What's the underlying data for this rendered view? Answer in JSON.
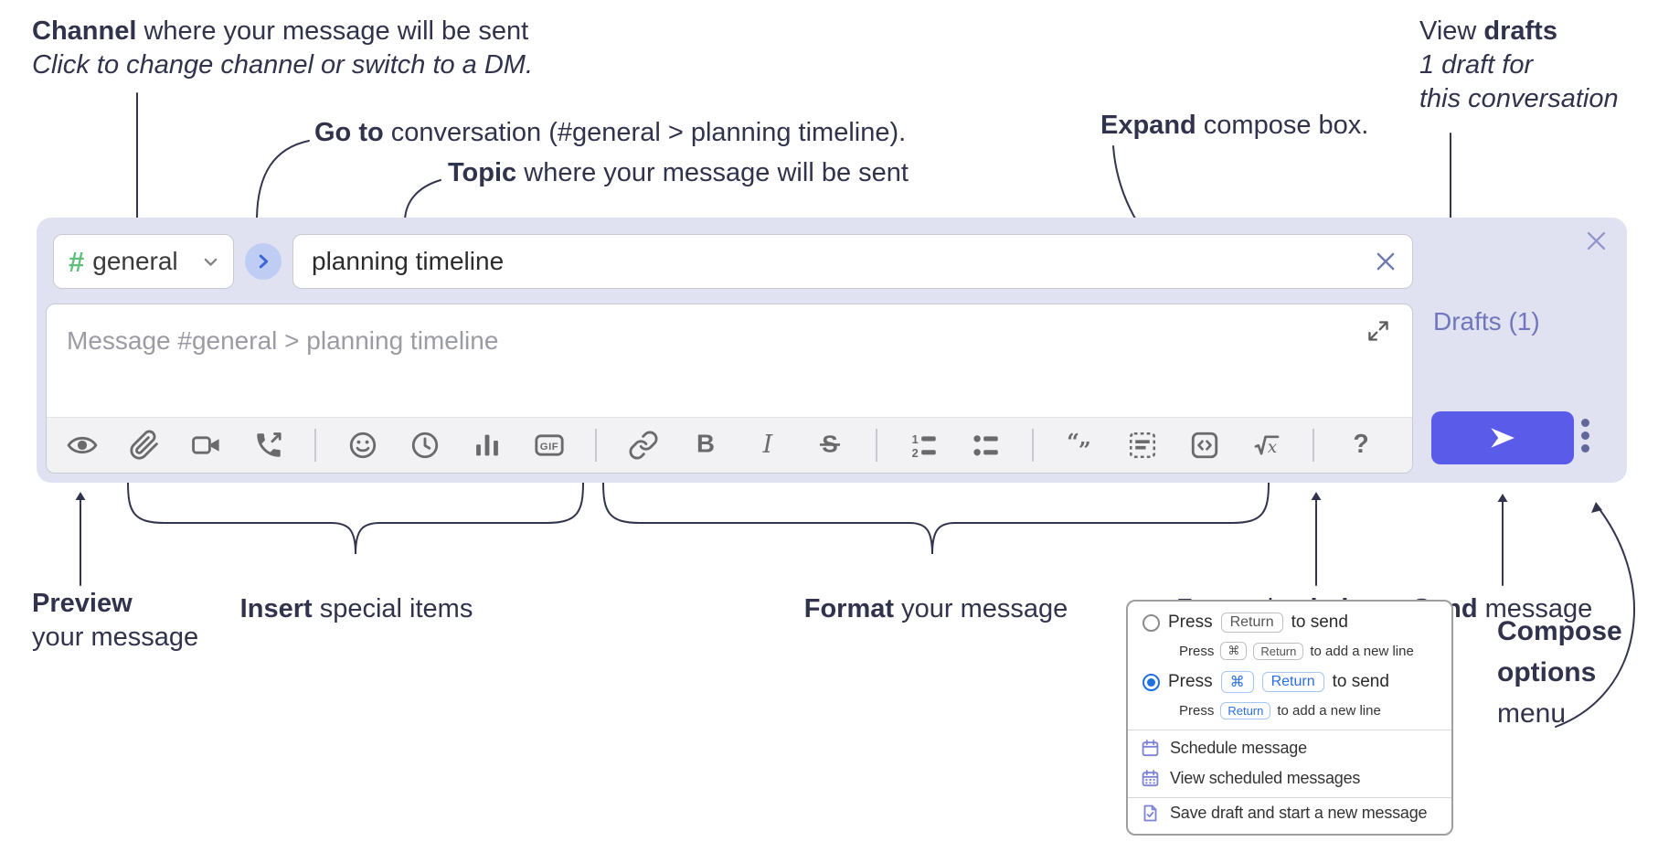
{
  "annotations": {
    "channel": {
      "bold": "Channel",
      "rest": " where your message will be sent",
      "line2": "Click to change channel or switch to a DM."
    },
    "goto": {
      "bold": "Go to",
      "rest": " conversation (#general > planning timeline)."
    },
    "topic": {
      "bold": "Topic",
      "rest": " where your message will be sent"
    },
    "expand": {
      "bold": "Expand",
      "rest": " compose box."
    },
    "drafts": {
      "pre": "View ",
      "bold": "drafts",
      "line2": "1 draft for",
      "line3": "this conversation"
    },
    "preview": {
      "bold": "Preview",
      "line2": "your message"
    },
    "insert": {
      "bold": "Insert",
      "rest": " special items"
    },
    "format": {
      "bold": "Format",
      "rest": " your message"
    },
    "help": {
      "pre": "Formatting ",
      "bold": "help"
    },
    "send": {
      "bold": "Send",
      "rest": " message"
    },
    "compose_menu": {
      "line1": "Compose",
      "line2": "options",
      "line3": "menu"
    }
  },
  "compose": {
    "channel": {
      "hash": "#",
      "name": "general"
    },
    "topic_value": "planning timeline",
    "message_placeholder": "Message #general > planning timeline",
    "drafts_link": "Drafts (1)",
    "gif_label": "GIF",
    "toolbar": [
      {
        "type": "icon",
        "icon": "eye",
        "name": "preview"
      },
      {
        "type": "icon",
        "icon": "paperclip",
        "name": "attach-file"
      },
      {
        "type": "icon",
        "icon": "video-camera",
        "name": "video-call"
      },
      {
        "type": "icon",
        "icon": "phone-call",
        "name": "voice-call"
      },
      {
        "type": "divider"
      },
      {
        "type": "icon",
        "icon": "smiley",
        "name": "emoji"
      },
      {
        "type": "icon",
        "icon": "clock",
        "name": "time"
      },
      {
        "type": "icon",
        "icon": "bar-chart",
        "name": "poll"
      },
      {
        "type": "icon",
        "icon": "gif",
        "name": "gif"
      },
      {
        "type": "divider"
      },
      {
        "type": "icon",
        "icon": "link",
        "name": "link"
      },
      {
        "type": "icon",
        "icon": "bold",
        "name": "bold"
      },
      {
        "type": "icon",
        "icon": "italic",
        "name": "italic"
      },
      {
        "type": "icon",
        "icon": "strikethrough",
        "name": "strikethrough"
      },
      {
        "type": "divider"
      },
      {
        "type": "icon",
        "icon": "numbered-list",
        "name": "numbered-list"
      },
      {
        "type": "icon",
        "icon": "bulleted-list",
        "name": "bulleted-list"
      },
      {
        "type": "divider"
      },
      {
        "type": "icon",
        "icon": "quote",
        "name": "quote"
      },
      {
        "type": "icon",
        "icon": "spoiler",
        "name": "spoiler"
      },
      {
        "type": "icon",
        "icon": "code",
        "name": "code"
      },
      {
        "type": "icon",
        "icon": "math",
        "name": "math"
      },
      {
        "type": "divider"
      },
      {
        "type": "icon",
        "icon": "question",
        "name": "formatting-help"
      }
    ]
  },
  "options_menu": {
    "option1": {
      "press": "Press",
      "key1": "Return",
      "suffix": "to send",
      "sub_press": "Press",
      "sub_key1": "⌘",
      "sub_key2": "Return",
      "sub_suffix": "to add a new line"
    },
    "option2": {
      "press": "Press",
      "key1": "⌘",
      "key2": "Return",
      "suffix": "to send",
      "sub_press": "Press",
      "sub_key1": "Return",
      "sub_suffix": "to add a new line"
    },
    "items": [
      {
        "icon": "calendar",
        "label": "Schedule message"
      },
      {
        "icon": "calendar-grid",
        "label": "View scheduled messages"
      },
      {
        "icon": "save-draft",
        "label": "Save draft and start a new message"
      }
    ]
  },
  "colors": {
    "compose_bg": "#e0e2f1",
    "send_button": "#5a5be8",
    "drafts_link": "#7176bc",
    "hash_green": "#5ec07b",
    "go_circle_bg": "#bfcdf4",
    "go_circle_arrow": "#3b66d9",
    "radio_selected": "#1f6fe0",
    "kbd_blue": "#2b6fdd",
    "menu_icon_purple": "#7d82d8",
    "annotation": "#30334b",
    "toolbar_icon": "#6a6a6a",
    "close_x": "#9193cd"
  }
}
